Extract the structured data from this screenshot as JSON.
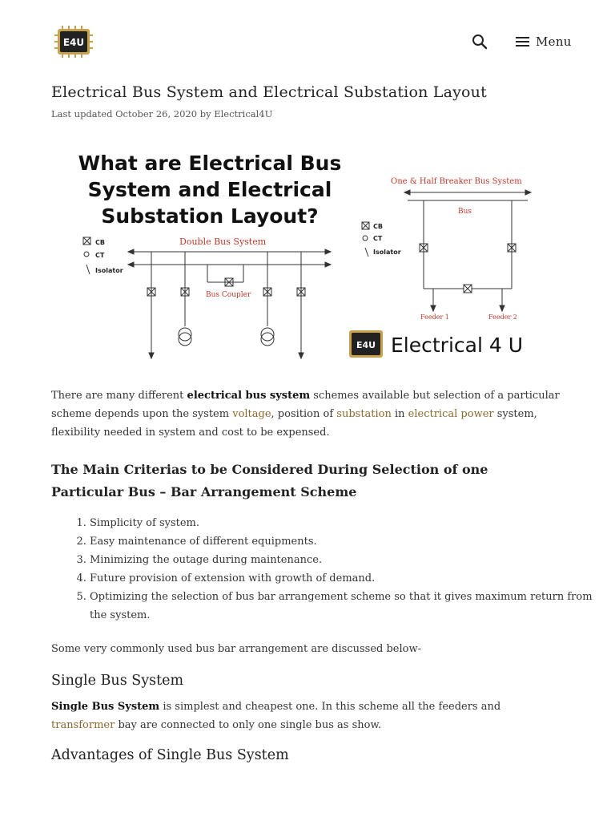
{
  "header": {
    "logo_text": "E4U",
    "menu_label": "Menu"
  },
  "article": {
    "title": "Electrical Bus System and Electrical Substation Layout",
    "meta": "Last updated October 26, 2020 by Electrical4U",
    "hero": {
      "headline_lines": [
        "What are Electrical Bus",
        "System and Electrical",
        "Substation Layout?"
      ],
      "brand_text": "Electrical 4 U",
      "double_bus_label": "Double Bus System",
      "bus_coupler_label": "Bus Coupler",
      "legend": [
        "CB",
        "CT",
        "Isolator"
      ],
      "one_half_title": "One & Half Breaker Bus System",
      "bus_label": "Bus",
      "feeder_labels": [
        "Feeder 1",
        "Feeder 2"
      ]
    },
    "intro": {
      "t1": "There are many different ",
      "b1": "electrical bus system",
      "t2": " schemes available but selection of a particular scheme depends upon the system ",
      "link_voltage": "voltage",
      "t3": ", position of ",
      "link_substation": "substation",
      "t4": " in ",
      "link_power": "electrical power",
      "t5": " system, flexibility needed in system and cost to be expensed."
    },
    "criteria_heading": "The Main Criterias to be Considered During Selection of one Particular Bus – Bar Arrangement Scheme",
    "criteria": [
      "Simplicity of system.",
      "Easy maintenance of different equipments.",
      "Minimizing the outage during maintenance.",
      "Future provision of extension with growth of demand.",
      "Optimizing the selection of bus bar arrangement scheme so that it gives maximum return from the system."
    ],
    "discussed": "Some very commonly used bus bar arrangement are discussed below-",
    "single_bus_heading": "Single Bus System",
    "single_bus": {
      "bold": "Single Bus System",
      "t1": " is simplest and cheapest one. In this scheme all the feeders and ",
      "link_transformer": "transformer",
      "t2": " bay are connected to only one single bus as show."
    },
    "advantages_heading": "Advantages of Single Bus System"
  },
  "colors": {
    "link": "#8a6a2c",
    "accent_red": "#c0392b",
    "logo_gold": "#c8a24a"
  }
}
